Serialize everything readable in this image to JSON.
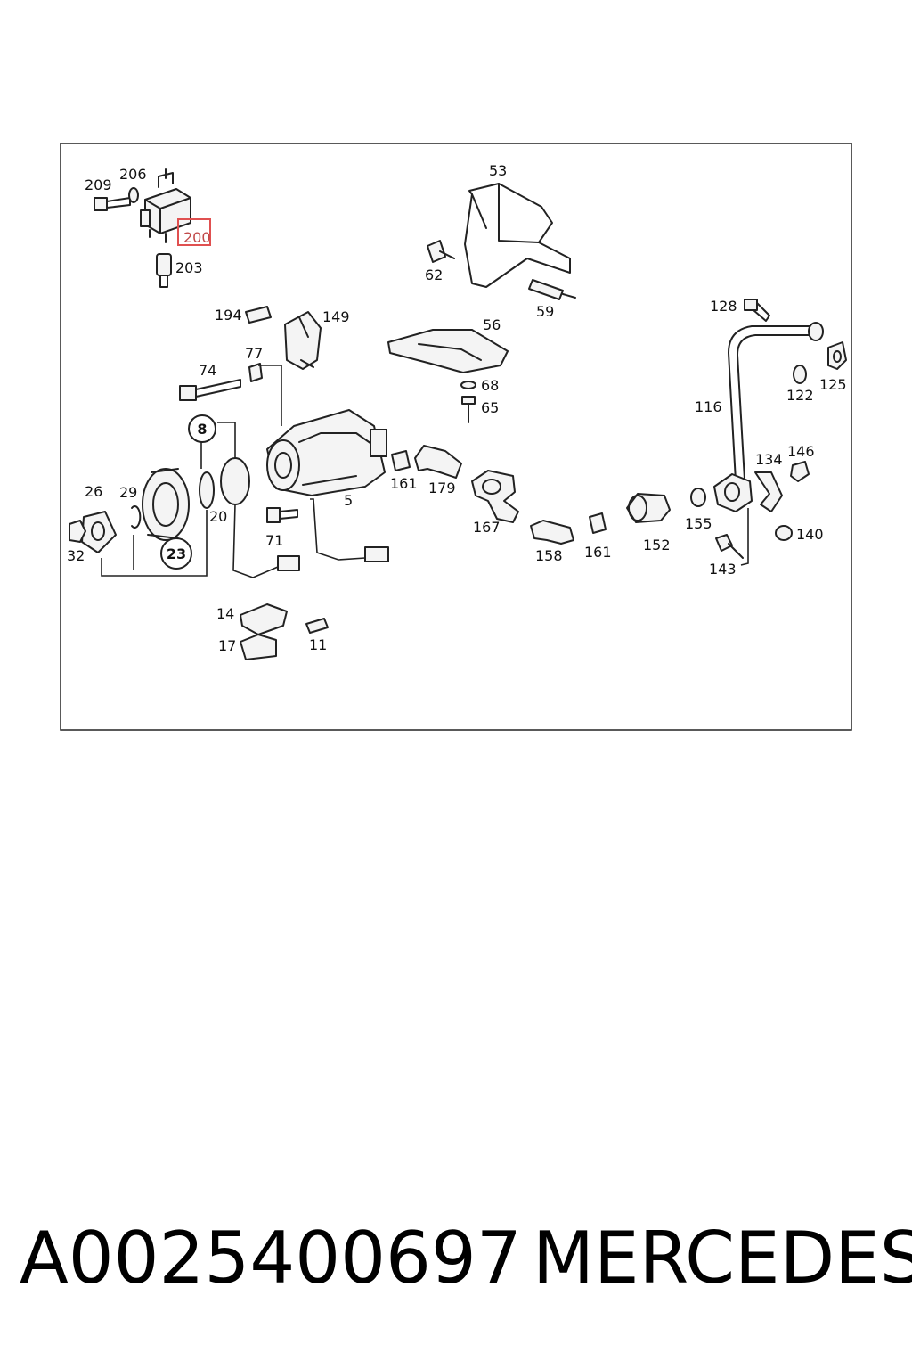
{
  "caption": {
    "part_number": "A0025400697",
    "brand": "MERCEDES"
  },
  "highlighted_callout": "200",
  "callouts": {
    "c209": "209",
    "c206": "206",
    "c203": "203",
    "c53": "53",
    "c62": "62",
    "c59": "59",
    "c194": "194",
    "c149": "149",
    "c56": "56",
    "c68": "68",
    "c65": "65",
    "c74": "74",
    "c77": "77",
    "c128": "128",
    "c122": "122",
    "c125": "125",
    "c116": "116",
    "c8": "8",
    "c26": "26",
    "c29": "29",
    "c20": "20",
    "c32": "32",
    "c23": "23",
    "c5": "5",
    "c71": "71",
    "c161a": "161",
    "c179": "179",
    "c167": "167",
    "c158": "158",
    "c161b": "161",
    "c152": "152",
    "c155": "155",
    "c134": "134",
    "c146": "146",
    "c140": "140",
    "c143": "143",
    "c14": "14",
    "c17": "17",
    "c11": "11"
  },
  "colors": {
    "highlight": "#e05050"
  }
}
